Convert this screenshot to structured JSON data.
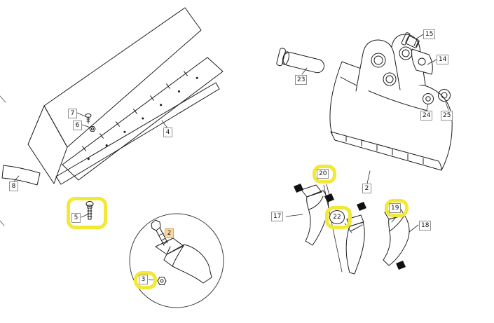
{
  "figure": {
    "background": "#ffffff",
    "line_color": "#1c1c1c",
    "label_border_color": "#909090",
    "highlight_yellow": "#f2e836",
    "highlight_orange_fill": "#f8d9a4",
    "highlight_orange_border": "#e2a14f",
    "pin_color": "#111111"
  },
  "callouts": {
    "c2_bucket": {
      "label": "2",
      "highlight": "none"
    },
    "c2_inset": {
      "label": "2",
      "highlight": "orange"
    },
    "c3": {
      "label": "3",
      "highlight": "yellow"
    },
    "c4": {
      "label": "4",
      "highlight": "none"
    },
    "c5": {
      "label": "5",
      "highlight": "yellow"
    },
    "c6": {
      "label": "6",
      "highlight": "none"
    },
    "c7": {
      "label": "7",
      "highlight": "none"
    },
    "c8": {
      "label": "8",
      "highlight": "none"
    },
    "c14": {
      "label": "14",
      "highlight": "none"
    },
    "c15": {
      "label": "15",
      "highlight": "none"
    },
    "c17": {
      "label": "17",
      "highlight": "none"
    },
    "c18": {
      "label": "18",
      "highlight": "none"
    },
    "c19": {
      "label": "19",
      "highlight": "yellow"
    },
    "c20": {
      "label": "20",
      "highlight": "yellow"
    },
    "c22": {
      "label": "22",
      "highlight": "yellow"
    },
    "c23": {
      "label": "23",
      "highlight": "none"
    },
    "c24": {
      "label": "24",
      "highlight": "none"
    },
    "c25": {
      "label": "25",
      "highlight": "none"
    }
  },
  "highlighted_parts_yellow": [
    "3",
    "5",
    "19",
    "20",
    "22"
  ],
  "highlighted_parts_orange": [
    "2"
  ]
}
